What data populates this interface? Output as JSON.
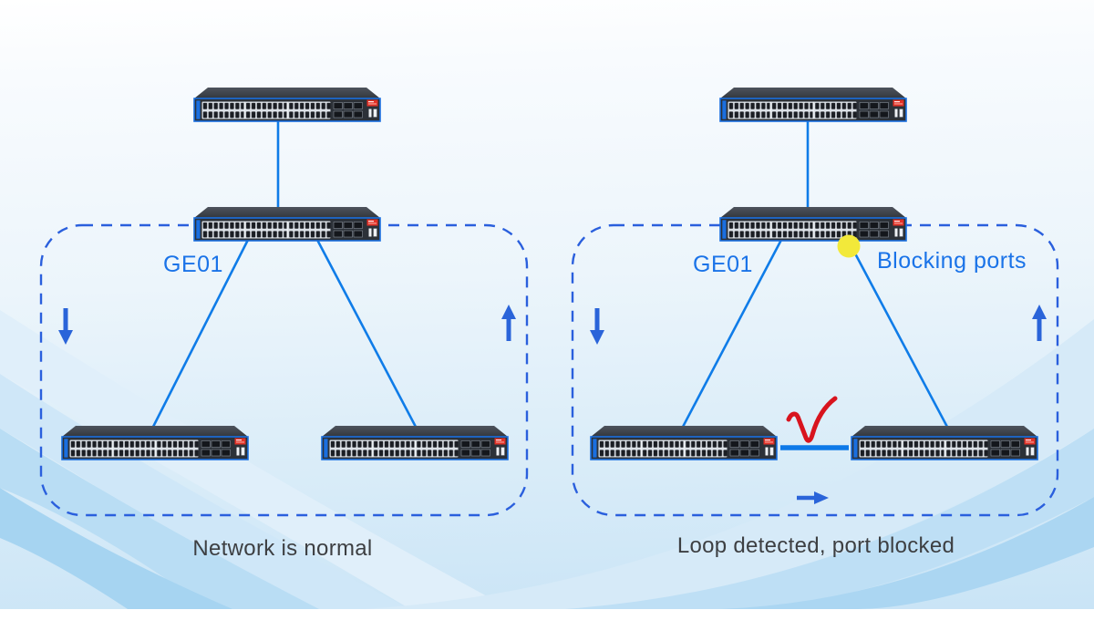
{
  "diagram": {
    "left_panel": {
      "switch_label": "GE01",
      "caption": "Network is normal"
    },
    "right_panel": {
      "switch_label": "GE01",
      "blocking_label": "Blocking ports",
      "caption": "Loop detected, port blocked"
    }
  },
  "colors": {
    "connector_line": "#0f7ce8",
    "dashed_boundary": "#2a5fdd",
    "label_blue": "#1a73e8",
    "arrow_blue": "#2a64d9",
    "check_red": "#d8141e",
    "blocking_dot_yellow": "#f2e93a",
    "caption_gray": "#3d3f42",
    "switch_body": "#2c3138",
    "switch_accent": "#1a6fe0"
  }
}
